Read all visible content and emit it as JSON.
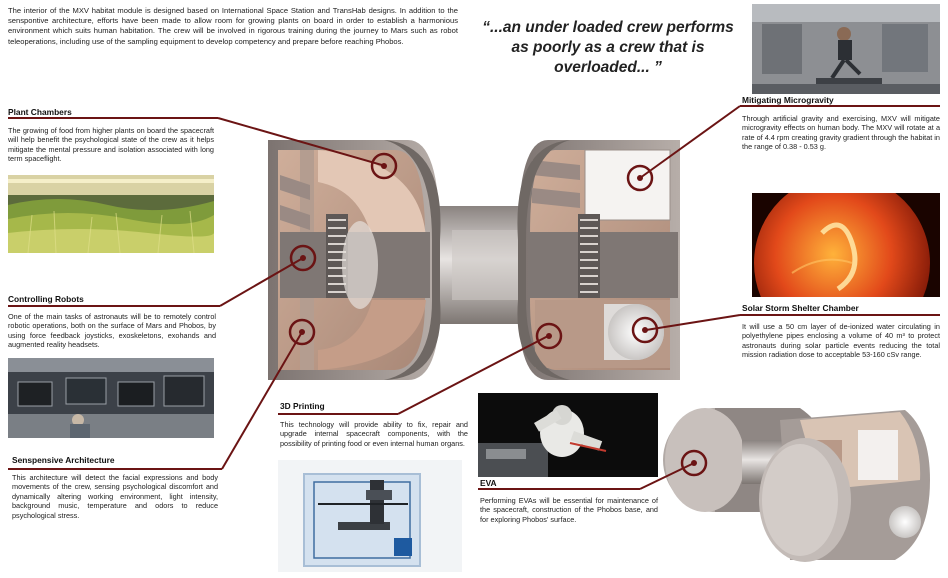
{
  "intro": "The interior of the MXV habitat module is designed based on International Space Station and TransHab designs. In addition to the senspontive architecture, efforts have been made to allow room for growing plants on board in order to establish a harmonious environment which suits human habitation. The crew will be involved in rigorous training during the journey to Mars such as robot teleoperations, including use of the sampling equipment to develop competency and prepare before reaching Phobos.",
  "quote": "“...an under loaded crew performs as poorly as a crew that is overloaded... ”",
  "sections": {
    "plant": {
      "title": "Plant Chambers",
      "body": "The growing of food from higher plants on board the spacecraft will help benefit the psychological state of the crew as it helps mitigate the mental pressure and isolation associated with long term spaceflight."
    },
    "robots": {
      "title": "Controlling Robots",
      "body": "One of the main tasks of astronauts will be to remotely control robotic operations, both on the surface of Mars and Phobos, by using force feedback joysticks, exoskeletons, exohands and augmented reality headsets."
    },
    "senspon": {
      "title": "Senspensive Architecture",
      "body": "This architecture will detect the facial expressions and body movements of the crew, sensing psychological discomfort and dynamically altering working environment, light intensity, background music, temperature and odors to reduce psychological stress."
    },
    "printing": {
      "title": "3D Printing",
      "body": "This technology will provide ability to fix, repair and upgrade internal spacecraft components, with the possibility of printing food or even internal human organs."
    },
    "eva": {
      "title": "EVA",
      "body": "Performing EVAs will be essential for maintenance of the spacecraft, construction of the Phobos base, and for exploring Phobos' surface."
    },
    "gravity": {
      "title": "Mitigating Microgravity",
      "body": "Through artificial gravity and exercising, MXV will mitigate microgravity effects on human body. The MXV will rotate at a rate of 4.4 rpm creating gravity gradient through the habitat in the range of 0.38 - 0.53 g."
    },
    "storm": {
      "title": "Solar Storm Shelter Chamber",
      "body": "It will use a 50 cm layer of de-ionized water circulating in polyethylene pipes enclosing a volume of 40 m³ to protect astronauts during solar particle events reducing the total mission radiation dose to acceptable 53-160 cSv range."
    }
  },
  "colors": {
    "callout": "#6b1414",
    "hull": "#9c928d",
    "interior": "#c8aa98"
  }
}
